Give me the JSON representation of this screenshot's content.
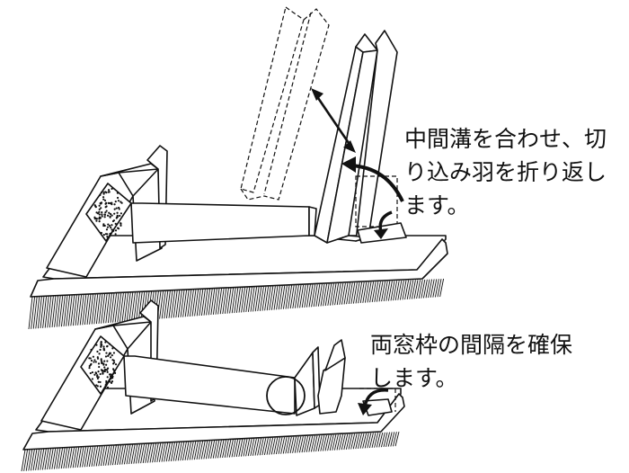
{
  "diagram": {
    "step1": {
      "caption_lines": [
        "中間溝を合わせ、切",
        "り込み羽を折り返し",
        "ます。"
      ]
    },
    "step2": {
      "caption_lines": [
        "両窓枠の間隔を確保",
        "します。"
      ]
    },
    "colors": {
      "line": "#111111",
      "background": "#ffffff"
    },
    "icons": [
      "double-arrow-icon",
      "curved-arrow-icon",
      "highlight-circle-icon"
    ]
  }
}
